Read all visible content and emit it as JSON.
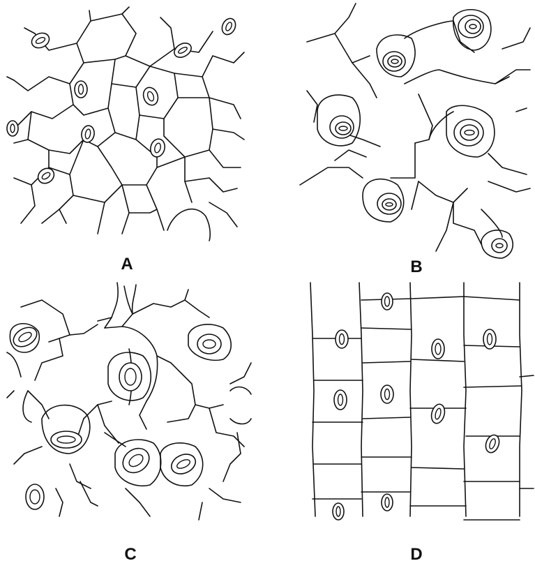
{
  "panels": [
    {
      "id": "A",
      "label": "A"
    },
    {
      "id": "B",
      "label": "B"
    },
    {
      "id": "C",
      "label": "C"
    },
    {
      "id": "D",
      "label": "D"
    }
  ],
  "stroke_color": "#111111",
  "background_color": "#ffffff"
}
